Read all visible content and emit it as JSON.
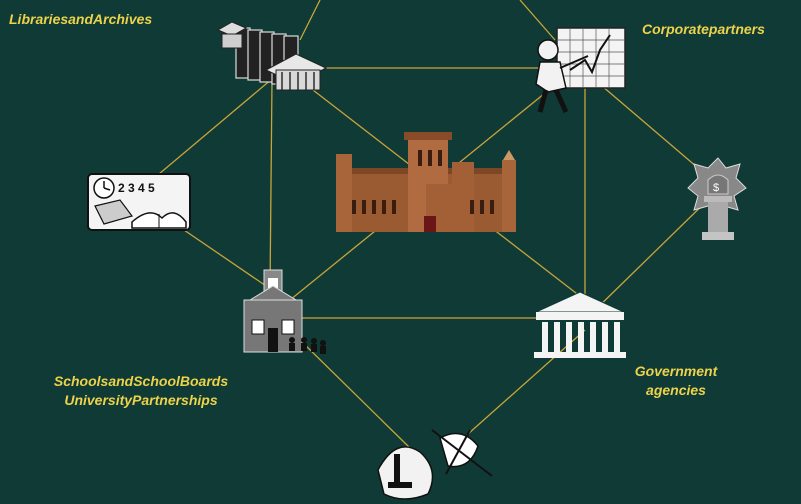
{
  "labels": {
    "libraries": "LibrariesandArchives",
    "corporate": "Corporatepartners",
    "schools_line1": "SchoolsandSchoolBoards",
    "schools_line2": "UniversityPartnerships",
    "government_line1": "Government",
    "government_line2": "agencies"
  },
  "colors": {
    "background": "#0f3a36",
    "connector": "#c9a43a",
    "label": "#ecd34a"
  },
  "icons": {
    "libraries": "library-building-books-icon",
    "corporate": "presenter-chart-icon",
    "education": "books-clock-numbers-icon",
    "center": "smithsonian-castle-icon",
    "funding": "money-bag-column-icon",
    "schools": "schoolhouse-icon",
    "government": "government-building-icon",
    "science": "microscope-icon"
  }
}
